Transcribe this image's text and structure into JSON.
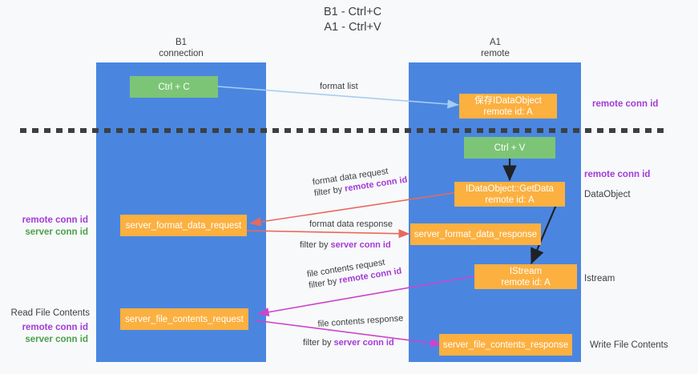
{
  "title": {
    "line1": "B1 - Ctrl+C",
    "line2": "A1 - Ctrl+V"
  },
  "columns": [
    {
      "name": "B1",
      "role": "connection"
    },
    {
      "name": "A1",
      "role": "remote"
    }
  ],
  "nodes": {
    "ctrl_c": {
      "label": "Ctrl + C",
      "color": "#7cc576"
    },
    "save_dataobject": {
      "line1": "保存IDataObject",
      "line2": "remote id: A",
      "color": "#fbb040"
    },
    "ctrl_v": {
      "label": "Ctrl + V",
      "color": "#7cc576"
    },
    "getdata": {
      "line1": "IDataObject::GetData",
      "line2": "remote id: A",
      "color": "#fbb040"
    },
    "server_format_data_request": {
      "label": "server_format_data_request",
      "color": "#fbb040"
    },
    "server_format_data_response": {
      "label": "server_format_data_response",
      "color": "#fbb040"
    },
    "istream": {
      "line1": "IStream",
      "line2": "remote id: A",
      "color": "#fbb040"
    },
    "server_file_contents_request": {
      "label": "server_file_contents_request",
      "color": "#fbb040"
    },
    "server_file_contents_response": {
      "label": "server_file_contents_response",
      "color": "#fbb040"
    }
  },
  "edge_labels": {
    "format_list": "format list",
    "format_data_request": "format data request",
    "format_data_request_filter_prefix": "filter by ",
    "format_data_request_filter_key": "remote conn id",
    "format_data_response": "format data response",
    "format_data_response_filter_prefix": "filter by ",
    "format_data_response_filter_key": "server conn id",
    "file_contents_request": "file contents request",
    "file_contents_request_filter_prefix": "filter by ",
    "file_contents_request_filter_key": "remote conn id",
    "file_contents_response": "file contents response",
    "file_contents_response_filter_prefix": "filter by ",
    "file_contents_response_filter_key": "server conn id"
  },
  "annotations": {
    "right_remote_conn_id_top": "remote conn id",
    "right_remote_conn_id_mid": "remote conn id",
    "right_dataobject": "DataObject",
    "right_istream": "Istream",
    "right_write_file_contents": "Write File Contents",
    "left_remote_conn_id_mid": "remote conn id",
    "left_server_conn_id_mid": "server conn id",
    "left_read_file_contents": "Read File Contents",
    "left_remote_conn_id_bot": "remote conn id",
    "left_server_conn_id_bot": "server conn id"
  },
  "colors": {
    "panel": "#4a86e0",
    "green_node": "#7cc576",
    "orange_node": "#fbb040",
    "purple_text": "#a23bd6",
    "green_text": "#4aa04a",
    "arrow_light_blue": "#a7cdf0",
    "arrow_red": "#e8695f",
    "arrow_magenta": "#cc44cc",
    "arrow_black": "#202124",
    "divider_dashed": "#3c4043",
    "background": "#f8f9fa"
  },
  "divider": {
    "style": "dashed",
    "orientation": "horizontal"
  }
}
